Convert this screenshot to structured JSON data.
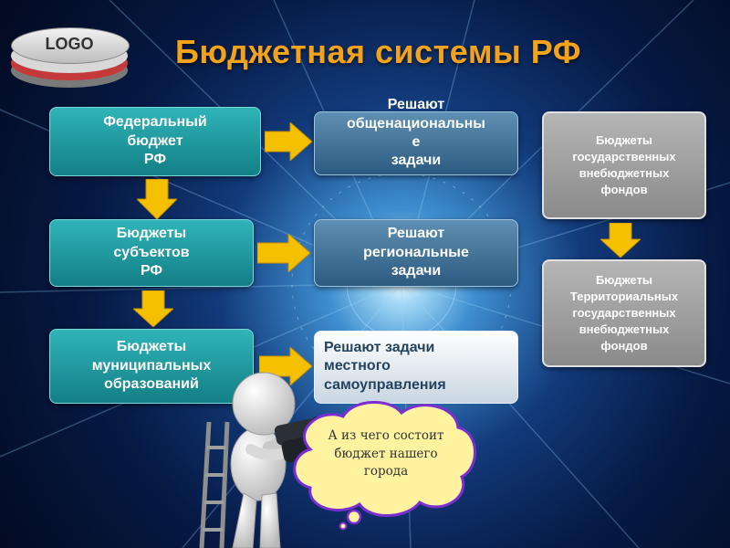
{
  "logo": "LOGO",
  "title": "Бюджетная системы РФ",
  "left_boxes": [
    [
      "Федеральный",
      "бюджет",
      "РФ"
    ],
    [
      "Бюджеты",
      "субъектов",
      "РФ"
    ],
    [
      "Бюджеты",
      "муниципальных",
      "образований"
    ]
  ],
  "middle_boxes": [
    [
      "Решают",
      "общенациональны",
      "е",
      "задачи"
    ],
    [
      "Решают",
      "региональные",
      "задачи"
    ],
    [
      "Решают задачи",
      "местного",
      "самоуправления"
    ]
  ],
  "right_boxes": [
    [
      "Бюджеты",
      "государственных",
      "внебюджетных",
      "фондов"
    ],
    [
      "Бюджеты",
      "Территориальных",
      "государственных",
      "внебюджетных",
      "фондов"
    ]
  ],
  "cloud": [
    "А из чего состоит",
    "бюджет нашего",
    "города"
  ],
  "colors": {
    "title": "#f2a21b",
    "arrow": "#f5c000",
    "teal_box": "#1d9aa0",
    "blue_box": "#3f6f95",
    "gray_box": "#9a9a9a",
    "cloud_fill": "#fff3a0",
    "cloud_border": "#7b2fd0"
  }
}
